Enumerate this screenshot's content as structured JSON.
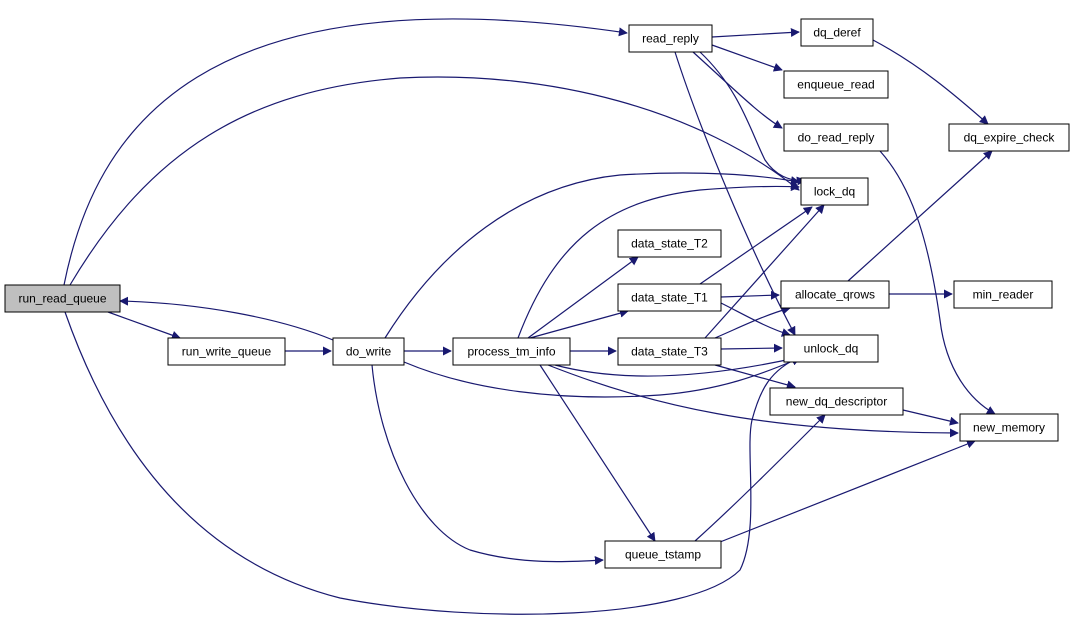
{
  "nodes": [
    {
      "id": "run_read_queue",
      "label": "run_read_queue",
      "root": true
    },
    {
      "id": "run_write_queue",
      "label": "run_write_queue"
    },
    {
      "id": "do_write",
      "label": "do_write"
    },
    {
      "id": "process_tm_info",
      "label": "process_tm_info"
    },
    {
      "id": "read_reply",
      "label": "read_reply"
    },
    {
      "id": "dq_deref",
      "label": "dq_deref"
    },
    {
      "id": "enqueue_read",
      "label": "enqueue_read"
    },
    {
      "id": "do_read_reply",
      "label": "do_read_reply"
    },
    {
      "id": "dq_expire_check",
      "label": "dq_expire_check"
    },
    {
      "id": "lock_dq",
      "label": "lock_dq"
    },
    {
      "id": "data_state_T2",
      "label": "data_state_T2"
    },
    {
      "id": "data_state_T1",
      "label": "data_state_T1"
    },
    {
      "id": "allocate_qrows",
      "label": "allocate_qrows"
    },
    {
      "id": "min_reader",
      "label": "min_reader"
    },
    {
      "id": "data_state_T3",
      "label": "data_state_T3"
    },
    {
      "id": "unlock_dq",
      "label": "unlock_dq"
    },
    {
      "id": "new_dq_descriptor",
      "label": "new_dq_descriptor"
    },
    {
      "id": "new_memory",
      "label": "new_memory"
    },
    {
      "id": "queue_tstamp",
      "label": "queue_tstamp"
    }
  ],
  "edges": [
    {
      "from": "run_read_queue",
      "to": "read_reply"
    },
    {
      "from": "run_read_queue",
      "to": "lock_dq"
    },
    {
      "from": "run_read_queue",
      "to": "run_write_queue"
    },
    {
      "from": "run_read_queue",
      "to": "unlock_dq"
    },
    {
      "from": "run_write_queue",
      "to": "do_write"
    },
    {
      "from": "do_write",
      "to": "run_read_queue"
    },
    {
      "from": "do_write",
      "to": "process_tm_info"
    },
    {
      "from": "do_write",
      "to": "lock_dq"
    },
    {
      "from": "do_write",
      "to": "unlock_dq"
    },
    {
      "from": "do_write",
      "to": "queue_tstamp"
    },
    {
      "from": "process_tm_info",
      "to": "data_state_T1"
    },
    {
      "from": "process_tm_info",
      "to": "data_state_T2"
    },
    {
      "from": "process_tm_info",
      "to": "data_state_T3"
    },
    {
      "from": "process_tm_info",
      "to": "lock_dq"
    },
    {
      "from": "process_tm_info",
      "to": "unlock_dq"
    },
    {
      "from": "process_tm_info",
      "to": "new_memory"
    },
    {
      "from": "process_tm_info",
      "to": "queue_tstamp"
    },
    {
      "from": "read_reply",
      "to": "dq_deref"
    },
    {
      "from": "read_reply",
      "to": "enqueue_read"
    },
    {
      "from": "read_reply",
      "to": "do_read_reply"
    },
    {
      "from": "read_reply",
      "to": "lock_dq"
    },
    {
      "from": "read_reply",
      "to": "unlock_dq"
    },
    {
      "from": "dq_deref",
      "to": "dq_expire_check"
    },
    {
      "from": "do_read_reply",
      "to": "new_memory"
    },
    {
      "from": "data_state_T1",
      "to": "allocate_qrows"
    },
    {
      "from": "data_state_T1",
      "to": "lock_dq"
    },
    {
      "from": "data_state_T1",
      "to": "unlock_dq"
    },
    {
      "from": "data_state_T3",
      "to": "allocate_qrows"
    },
    {
      "from": "data_state_T3",
      "to": "lock_dq"
    },
    {
      "from": "data_state_T3",
      "to": "unlock_dq"
    },
    {
      "from": "data_state_T3",
      "to": "new_dq_descriptor"
    },
    {
      "from": "allocate_qrows",
      "to": "min_reader"
    },
    {
      "from": "allocate_qrows",
      "to": "dq_expire_check"
    },
    {
      "from": "new_dq_descriptor",
      "to": "new_memory"
    },
    {
      "from": "queue_tstamp",
      "to": "new_dq_descriptor"
    },
    {
      "from": "queue_tstamp",
      "to": "new_memory"
    }
  ]
}
